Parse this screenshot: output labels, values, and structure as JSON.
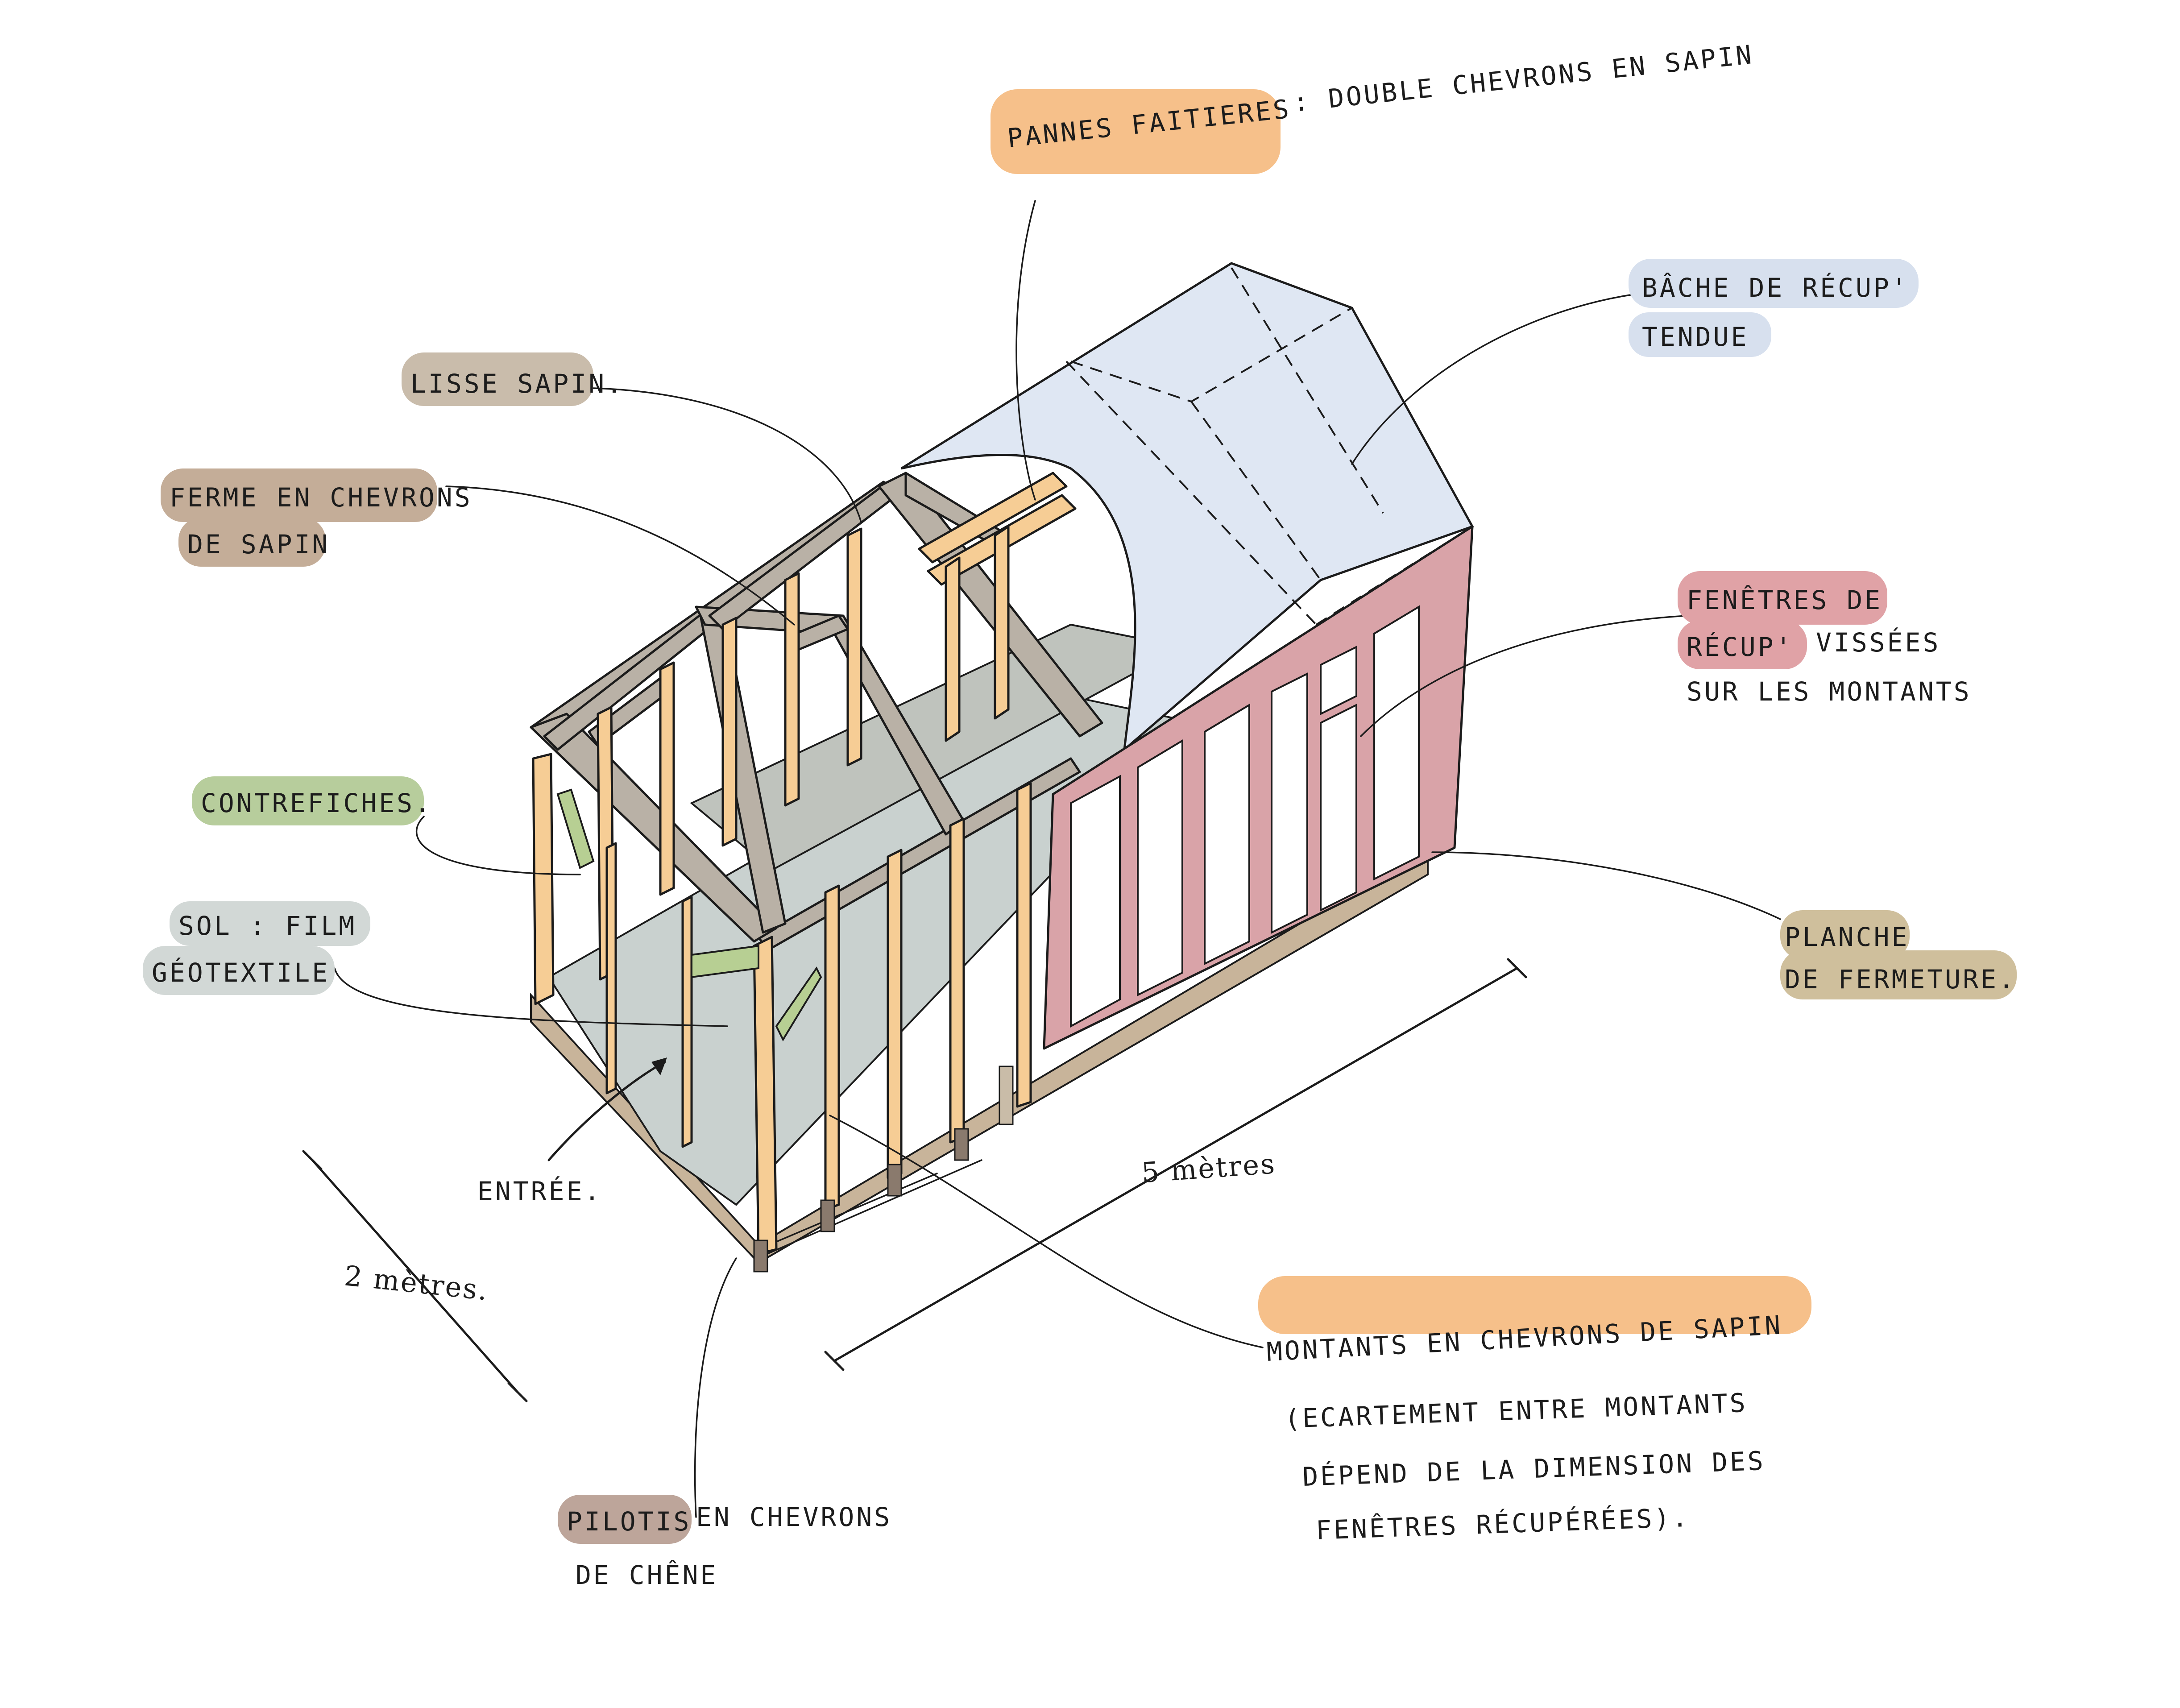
{
  "labels": {
    "pannes": "PANNES FAITIERES",
    "pannes_desc": ": DOUBLE CHEVRONS EN SAPIN",
    "bache_line1": "BÂCHE DE RÉCUP'",
    "bache_line2": "TENDUE",
    "lisse": "LISSE SAPIN.",
    "ferme_line1": "FERME EN CHEVRONS",
    "ferme_line2": "DE SAPIN",
    "fenetres_line1": "FENÊTRES DE",
    "fenetres_line2": "RÉCUP'",
    "fenetres_line2b": "VISSÉES",
    "fenetres_line3": "SUR LES MONTANTS",
    "contrefiches": "CONTREFICHES.",
    "sol_line1": "SOL : FILM",
    "sol_line2": "GÉOTEXTILE",
    "planche_line1": "PLANCHE",
    "planche_line2": "DE FERMETURE.",
    "entree": "ENTRÉE.",
    "deux_metres": "2 mètres.",
    "cinq_metres": "5 mètres",
    "montants": "MONTANTS EN CHEVRONS DE SAPIN",
    "montants_note1": "(ECARTEMENT ENTRE MONTANTS",
    "montants_note2": "DÉPEND DE LA DIMENSION DES",
    "montants_note3": "FENÊTRES RÉCUPÉRÉES).",
    "pilotis": "PILOTIS",
    "pilotis_desc1": "EN CHEVRONS",
    "pilotis_desc2": "DE CHÊNE"
  },
  "colors": {
    "orange_highlight": "#f6c08a",
    "blue_highlight": "#d7e0ee",
    "taupe_highlight": "#c9bcab",
    "brown_highlight": "#c4ad98",
    "pink_highlight": "#e0a2a6",
    "green_highlight": "#b7cd9c",
    "grey_highlight": "#d2d8d6",
    "khaki_highlight": "#cfbf9c",
    "mauve_highlight": "#bda59a",
    "tarp": "#dfe7f3",
    "wood": "#f6cd95",
    "window_frame": "#d9a3a8",
    "floor": "#c9d1cf",
    "brace": "#b7cf93"
  }
}
